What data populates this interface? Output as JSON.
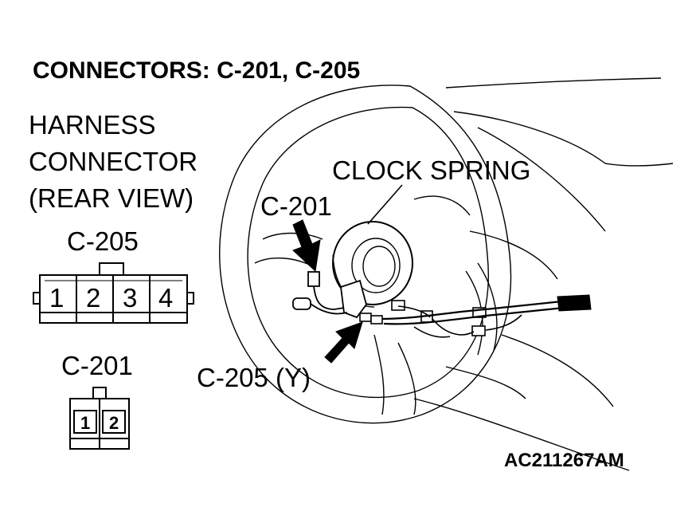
{
  "title": "CONNECTORS: C-201, C-205",
  "harness_label": {
    "line1": "HARNESS",
    "line2": "CONNECTOR",
    "line3": "(REAR VIEW)"
  },
  "connector_c205": {
    "label": "C-205",
    "pins": [
      "1",
      "2",
      "3",
      "4"
    ]
  },
  "connector_c201": {
    "label": "C-201",
    "pins": [
      "1",
      "2"
    ]
  },
  "callouts": {
    "clock_spring": "CLOCK SPRING",
    "c201": "C-201",
    "c205_y": "C-205 (Y)"
  },
  "reference_code": "AC211267AM"
}
